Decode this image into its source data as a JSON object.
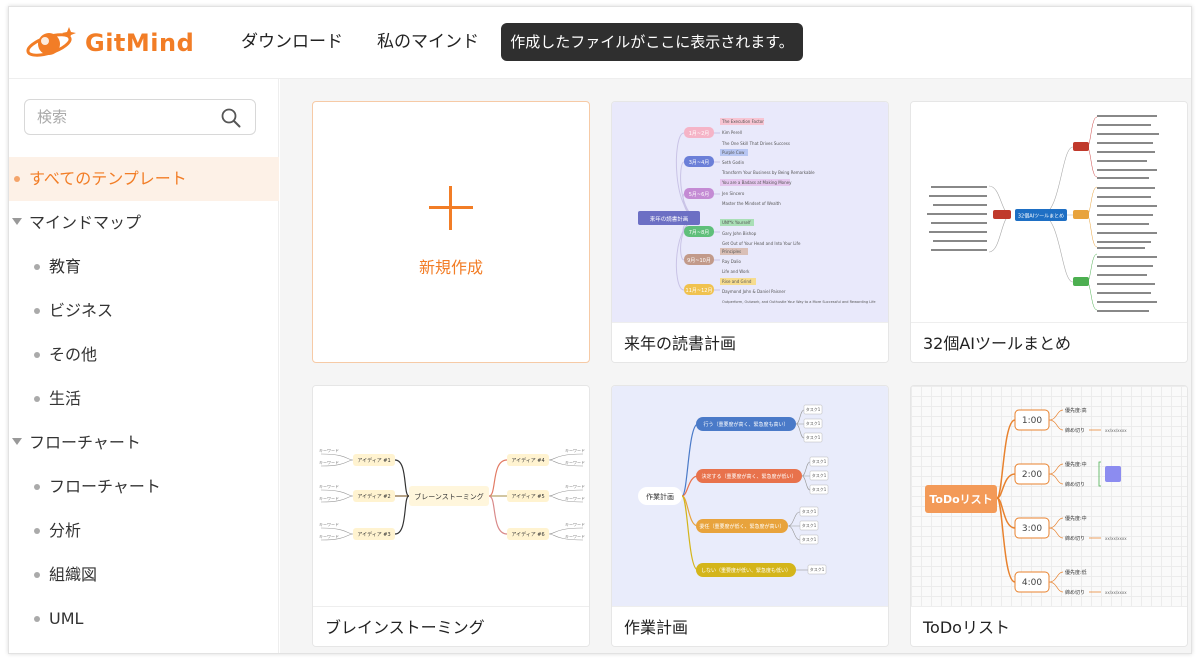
{
  "app": {
    "name": "GitMind",
    "brand_color": "#f27d26"
  },
  "nav": [
    {
      "label": "ダウンロード"
    },
    {
      "label": "私のマインド"
    }
  ],
  "tooltip": "作成したファイルがここに表示されます。",
  "search": {
    "placeholder": "検索"
  },
  "sidebar": {
    "items": [
      {
        "label": "すべてのテンプレート"
      },
      {
        "label": "マインドマップ"
      },
      {
        "label": "教育"
      },
      {
        "label": "ビジネス"
      },
      {
        "label": "その他"
      },
      {
        "label": "生活"
      },
      {
        "label": "フローチャート"
      },
      {
        "label": "フローチャート"
      },
      {
        "label": "分析"
      },
      {
        "label": "組織図"
      },
      {
        "label": "UML"
      }
    ]
  },
  "new_card": {
    "label": "新規作成"
  },
  "templates": [
    {
      "title": "来年の読書計画"
    },
    {
      "title": "32個AIツールまとめ"
    },
    {
      "title": "ブレインストーミング"
    },
    {
      "title": "作業計画"
    },
    {
      "title": "ToDoリスト"
    }
  ],
  "previews": {
    "reading": {
      "center": "来年の読書計画",
      "months": [
        "1月~2月",
        "3月~4月",
        "5月~6月",
        "7月~8月",
        "9月~10月",
        "11月~12月"
      ],
      "books": [
        "The Execution Factor",
        "Kim Perell",
        "The One Skill That Drives Success",
        "Purple Cow",
        "Seth Godin",
        "Transform Your Business by Being Remarkable",
        "You are a Badass at Making Money",
        "Jen Sincero",
        "Master the Mindset of Wealth",
        "UNf*k Yourself",
        "Gary John Bishop",
        "Get Out of Your Head and Into Your Life",
        "Principles",
        "Ray Dalio",
        "Life and Work",
        "Rise and Grind",
        "Daymond John & Daniel Paisner",
        "Outperform, Outwork, and Outhustle Your Way to a More Successful and Rewarding Life"
      ]
    },
    "ai": {
      "center": "32個AIツールまとめ"
    },
    "brain": {
      "center": "ブレーンストーミング",
      "ideas": [
        "アイディア #1",
        "アイディア #2",
        "アイディア #3",
        "アイディア #4",
        "アイディア #5",
        "アイディア #6"
      ],
      "keyword": "キーワード"
    },
    "work": {
      "center": "作業計画",
      "branches": [
        "行う（重要度が高く、緊急度も高い）",
        "決定する（重要度が高く、緊急度が低い）",
        "委任（重要度が低く、緊急度が高い）",
        "しない（重要度が低い、緊急度も低い）"
      ],
      "task": "タスク1"
    },
    "todo": {
      "center": "ToDoリスト",
      "times": [
        "1:00",
        "2:00",
        "3:00",
        "4:00"
      ],
      "priority_labels": [
        "優先度:高",
        "優先度:中",
        "優先度:中",
        "優先度:低"
      ],
      "deadline": "締め切り",
      "date": "xx/xx/xxxx"
    }
  }
}
